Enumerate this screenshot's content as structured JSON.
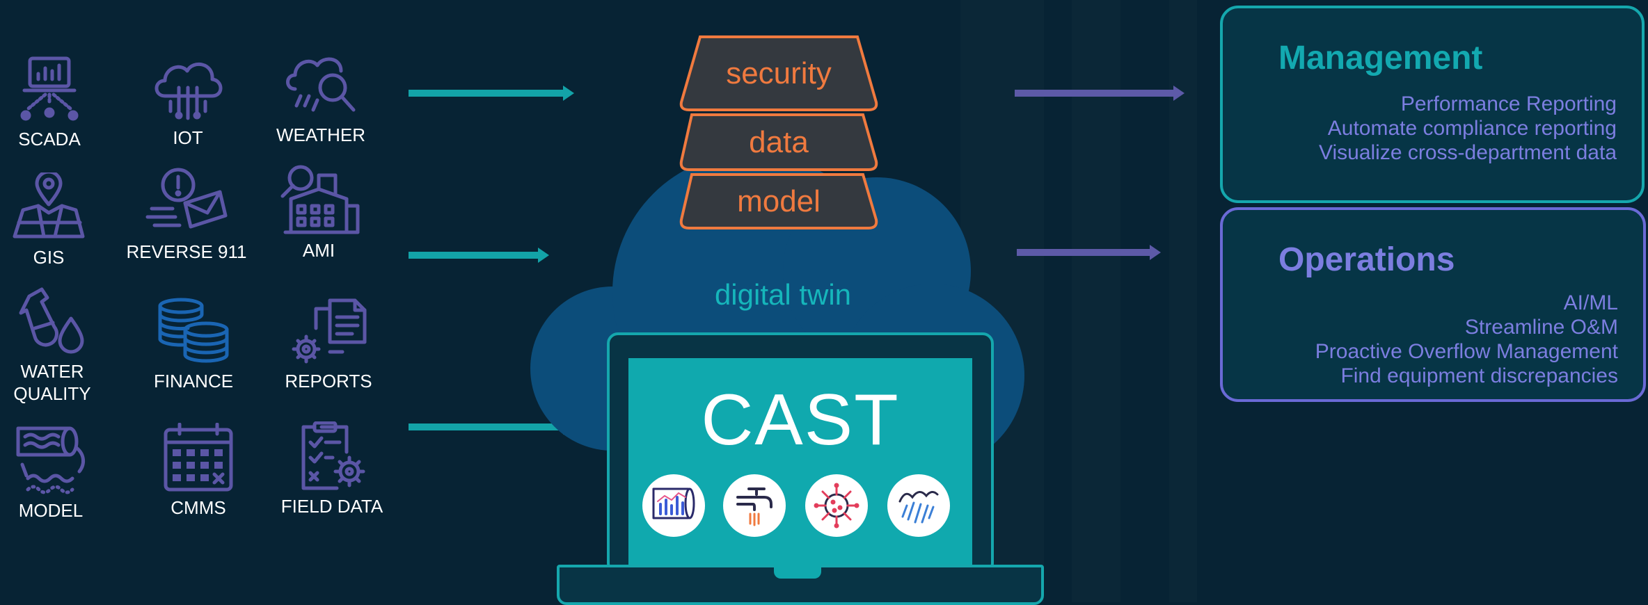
{
  "sources": [
    {
      "id": "scada",
      "label": "SCADA",
      "icon": "scada-icon"
    },
    {
      "id": "iot",
      "label": "IOT",
      "icon": "iot-cloud-icon"
    },
    {
      "id": "weather",
      "label": "WEATHER",
      "icon": "weather-icon"
    },
    {
      "id": "gis",
      "label": "GIS",
      "icon": "gis-map-icon"
    },
    {
      "id": "reverse911",
      "label": "REVERSE 911",
      "icon": "reverse-911-icon"
    },
    {
      "id": "ami",
      "label": "AMI",
      "icon": "ami-building-icon"
    },
    {
      "id": "waterquality",
      "label": "WATER\nQUALITY",
      "icon": "water-quality-icon"
    },
    {
      "id": "finance",
      "label": "FINANCE",
      "icon": "finance-coins-icon"
    },
    {
      "id": "reports",
      "label": "REPORTS",
      "icon": "reports-icon"
    },
    {
      "id": "model",
      "label": "MODEL",
      "icon": "model-pipe-icon"
    },
    {
      "id": "cmms",
      "label": "CMMS",
      "icon": "cmms-calendar-icon"
    },
    {
      "id": "fielddata",
      "label": "FIELD DATA",
      "icon": "field-data-icon"
    }
  ],
  "layers": [
    "security",
    "data",
    "model"
  ],
  "digital_twin_label": "digital twin",
  "product": {
    "name": "CAST",
    "apps": [
      "chart-app-icon",
      "faucet-app-icon",
      "virus-app-icon",
      "rain-app-icon"
    ]
  },
  "panels": {
    "management": {
      "title": "Management",
      "items": [
        "Performance Reporting",
        "Automate compliance reporting",
        "Visualize cross-department data"
      ]
    },
    "operations": {
      "title": "Operations",
      "items": [
        "AI/ML",
        "Streamline O&M",
        "Proactive Overflow Management",
        "Find equipment discrepancies"
      ]
    }
  },
  "colors": {
    "background": "#072334",
    "icon": "#5b56a6",
    "teal": "#13a3a8",
    "orange": "#f07a3f",
    "purple": "#7c7ee0",
    "cloud": "#0c4d7a"
  }
}
